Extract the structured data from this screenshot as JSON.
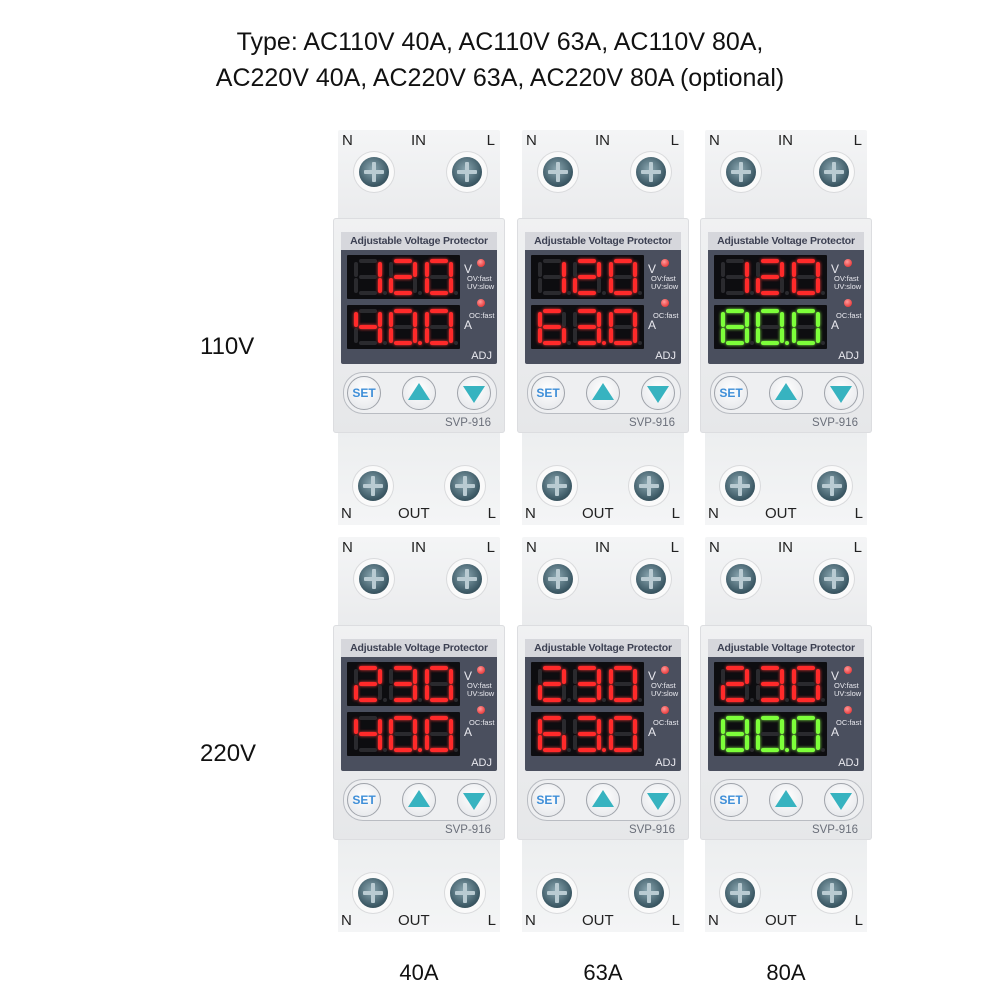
{
  "header": {
    "line1": "Type: AC110V 40A, AC110V 63A, AC110V 80A,",
    "line2": "AC220V 40A, AC220V 63A, AC220V 80A (optional)"
  },
  "row_labels": [
    "110V",
    "220V"
  ],
  "column_labels": [
    "40A",
    "63A",
    "80A"
  ],
  "colors": {
    "display_red": "#ff2a2a",
    "display_green": "#7dff3a",
    "button_accent": "#37b3c0",
    "set_text": "#3f8fd8",
    "panel": "#4a4f5e"
  },
  "module_text": {
    "terminal_in": "IN",
    "terminal_out": "OUT",
    "terminal_n": "N",
    "terminal_l": "L",
    "plate": "Adjustable Voltage Protector",
    "unit_v": "V",
    "unit_a": "A",
    "ov": "OV:fast",
    "uv": "UV:slow",
    "oc": "OC:fast",
    "adj": "ADJ",
    "set": "SET",
    "model": "SVP-916"
  },
  "modules": [
    {
      "row": 0,
      "col": 0,
      "voltage": "120",
      "current": "40.0",
      "current_color": "red"
    },
    {
      "row": 0,
      "col": 1,
      "voltage": "120",
      "current": "63.0",
      "current_color": "red"
    },
    {
      "row": 0,
      "col": 2,
      "voltage": "120",
      "current": "80.0",
      "current_color": "green"
    },
    {
      "row": 1,
      "col": 0,
      "voltage": "230",
      "current": "40.0",
      "current_color": "red"
    },
    {
      "row": 1,
      "col": 1,
      "voltage": "230",
      "current": "63.0",
      "current_color": "red"
    },
    {
      "row": 1,
      "col": 2,
      "voltage": "230",
      "current": "80.0",
      "current_color": "green"
    }
  ]
}
